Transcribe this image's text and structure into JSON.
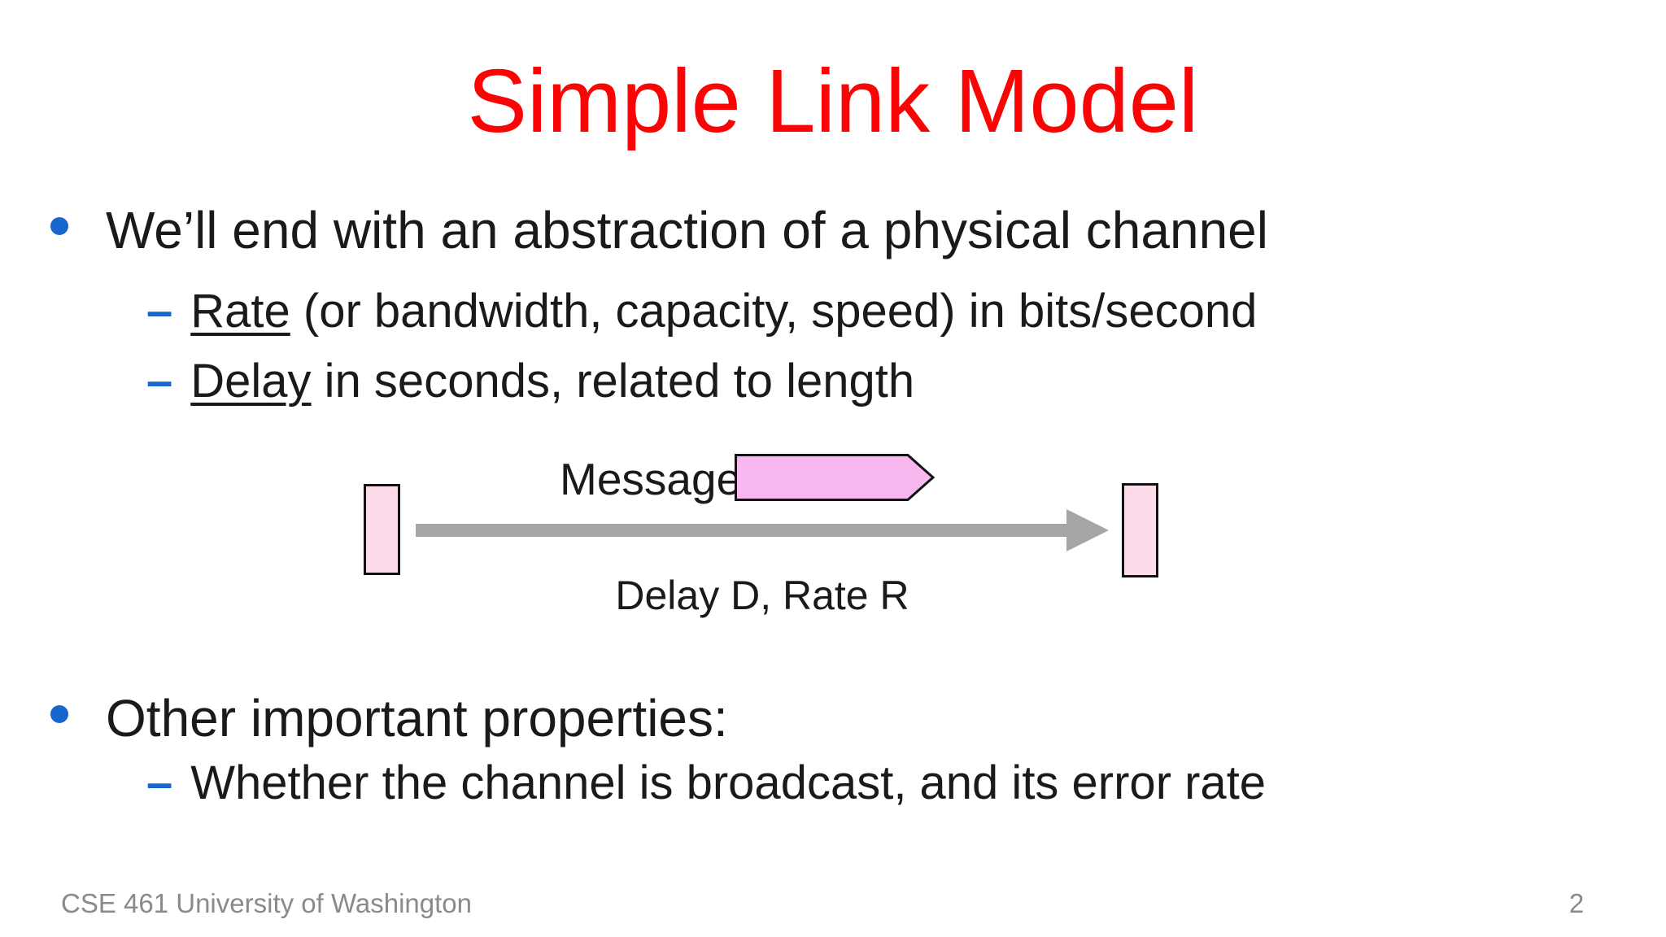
{
  "slide": {
    "title": "Simple Link Model",
    "colors": {
      "title_red": "#F90505",
      "bullet_blue": "#1666CB",
      "text_black": "#1A1A1A",
      "footer_gray": "#8A8A8A",
      "arrow_gray": "#A6A6A6",
      "node_fill": "#FCDCEA",
      "message_fill": "#F9B7F0",
      "shape_border": "#111111"
    },
    "bullets": [
      {
        "label": "We’ll end with an abstraction of a physical channel",
        "subs": [
          {
            "underlined": "Rate",
            "rest": " (or bandwidth, capacity, speed) in bits/second"
          },
          {
            "underlined": "Delay",
            "rest": " in seconds, related to length"
          }
        ]
      },
      {
        "label": "Other important properties:",
        "subs": [
          {
            "underlined": "",
            "rest": "Whether the channel is broadcast, and its error rate"
          }
        ]
      }
    ],
    "diagram": {
      "message_label": "Message",
      "link_label": "Delay D, Rate R"
    },
    "footer": {
      "course": "CSE 461 University of Washington",
      "page_number": "2"
    }
  }
}
